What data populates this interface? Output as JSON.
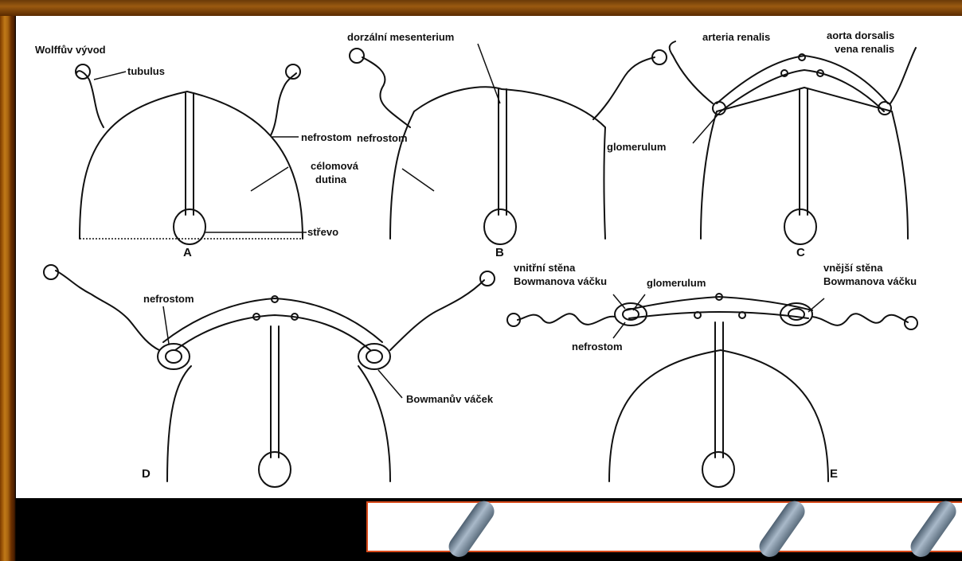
{
  "labels": {
    "wolffuv_vyvod": "Wolffův vývod",
    "tubulus": "tubulus",
    "nefrostom_a": "nefrostom",
    "celomova": "célomová",
    "dutina": "dutina",
    "strevo": "střevo",
    "panel_a": "A",
    "dorzalni_mesenterium": "dorzální mesenterium",
    "panel_b": "B",
    "arteria_renalis": "arteria renalis",
    "aorta_dorsalis": "aorta dorsalis",
    "vena_renalis": "vena renalis",
    "glomerulum_c": "glomerulum",
    "panel_c": "C",
    "nefrostom_d": "nefrostom",
    "bowmanuv_vacek": "Bowmanův váček",
    "panel_d": "D",
    "vnitrni_stena_1": "vnitřní stěna",
    "vnitrni_stena_2": "Bowmanova váčku",
    "glomerulum_e": "glomerulum",
    "nefrostom_e": "nefrostom",
    "vnejsi_stena_1": "vnější stěna",
    "vnejsi_stena_2": "Bowmanova váčku",
    "panel_e": "E"
  },
  "colors": {
    "background": "#000000",
    "frame": "#a05a0a",
    "redbox_border": "#d84a1a",
    "tube": "#7f93a6"
  }
}
